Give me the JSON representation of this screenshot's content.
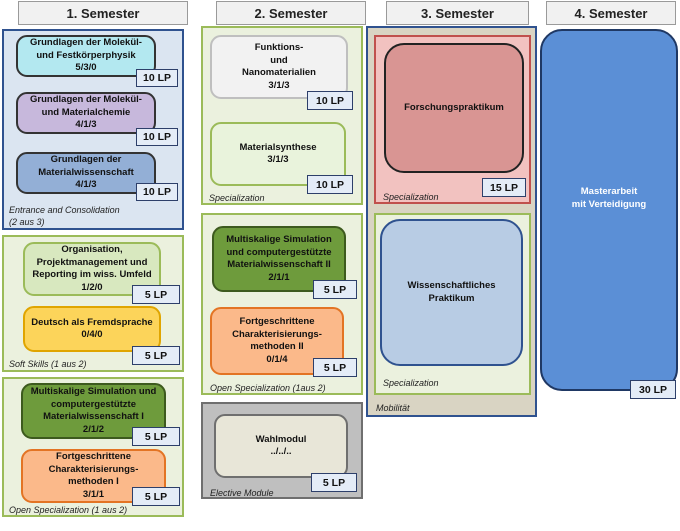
{
  "semesters": [
    "1. Semester",
    "2. Semester",
    "3. Semester",
    "4. Semester"
  ],
  "sem1": {
    "group1": {
      "label_line1": "Entrance and Consolidation",
      "label_line2": "(2 aus 3)",
      "modules": [
        {
          "lines": [
            "Grundlagen der Molekül-",
            "und Festkörperphysik",
            "5/3/0"
          ],
          "lp": "10 LP",
          "color": "#b3e8f0"
        },
        {
          "lines": [
            "Grundlagen der Molekül-",
            "und Materialchemie",
            "4/1/3"
          ],
          "lp": "10 LP",
          "color": "#c7b8dc"
        },
        {
          "lines": [
            "Grundlagen der",
            "Materialwissenschaft",
            "4/1/3"
          ],
          "lp": "10 LP",
          "color": "#93afd6"
        }
      ]
    },
    "group2": {
      "label": "Soft Skills (1 aus 2)",
      "modules": [
        {
          "lines": [
            "Organisation,",
            "Projektmanagement und",
            "Reporting im wiss. Umfeld",
            "1/2/0"
          ],
          "lp": "5 LP",
          "color": "#d8e8bf"
        },
        {
          "lines": [
            "Deutsch als Fremdsprache",
            "0/4/0"
          ],
          "lp": "5 LP",
          "color": "#fcd45a"
        }
      ]
    },
    "group3": {
      "label": "Open Specialization (1 aus 2)",
      "modules": [
        {
          "lines": [
            "Multiskalige Simulation und",
            "computergestützte",
            "Materialwissenschaft I",
            "2/1/2"
          ],
          "lp": "5 LP",
          "color": "#6e9b3c"
        },
        {
          "lines": [
            "Fortgeschrittene",
            "Charakterisierungs-",
            "methoden I",
            "3/1/1"
          ],
          "lp": "5 LP",
          "color": "#fbb98a"
        }
      ]
    }
  },
  "sem2": {
    "group1": {
      "label": "Specialization",
      "modules": [
        {
          "lines": [
            "Funktions-",
            "und",
            "Nanomaterialien",
            "3/1/3"
          ],
          "lp": "10 LP",
          "color": "#f2f2f2"
        },
        {
          "lines": [
            "Materialsynthese",
            "3/1/3"
          ],
          "lp": "10 LP",
          "color": "#e9f3dc"
        }
      ]
    },
    "group2": {
      "label": "Open Specialization (1aus 2)",
      "modules": [
        {
          "lines": [
            "Multiskalige Simulation",
            "und computergestützte",
            "Materialwissenschaft II",
            "2/1/1"
          ],
          "lp": "5 LP",
          "color": "#6e9b3c"
        },
        {
          "lines": [
            "Fortgeschrittene",
            "Charakterisierungs-",
            "methoden II",
            "0/1/4"
          ],
          "lp": "5 LP",
          "color": "#fbb98a"
        }
      ]
    },
    "group3": {
      "label": "Elective Module",
      "modules": [
        {
          "lines": [
            "Wahlmodul",
            "../../.."
          ],
          "lp": "5 LP",
          "color": "#e8e6d8"
        }
      ]
    }
  },
  "sem3": {
    "outer_label": "Mobilität",
    "group1": {
      "label": "Specialization",
      "modules": [
        {
          "lines": [
            "Forschungspraktikum"
          ],
          "lp": "15 LP",
          "color": "#d99593"
        }
      ]
    },
    "group2": {
      "label": "Specialization",
      "modules": [
        {
          "lines": [
            "Wissenschaftliches",
            "Praktikum"
          ],
          "lp": "",
          "color": "#b8cce4"
        }
      ]
    }
  },
  "sem4": {
    "modules": [
      {
        "lines": [
          "Masterarbeit",
          "mit Verteidigung"
        ],
        "lp": "30 LP",
        "color": "#5b8fd6"
      }
    ]
  },
  "colors": {
    "sem1_group1_bg": "#dbe5f1",
    "green_group_bg": "#ebf1de",
    "elective_bg": "#bfbfbf",
    "mobility_bg": "#d9d4c3",
    "research_group_bg": "#f2c2c0"
  }
}
